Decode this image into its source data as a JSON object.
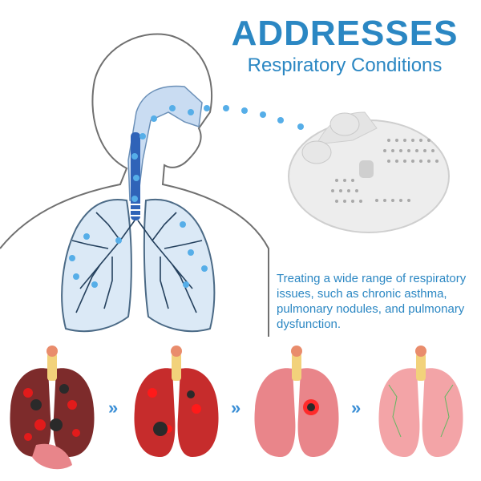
{
  "headline": {
    "title": "ADDRESSES",
    "subtitle": "Respiratory Conditions"
  },
  "description": "Treating a wide range of respiratory issues, such as chronic asthma, pulmonary nodules, and pulmonary dysfunction.",
  "colors": {
    "accent": "#2b87c3",
    "dot": "#56aee8",
    "lung_outline": "#4b6a86",
    "lung_fill": "#dbe9f6",
    "lung_damaged_dark": "#7d2b2b",
    "lung_damaged_red": "#d43a3a",
    "lung_pink": "#e9858a",
    "lung_healthy": "#f3a4a7",
    "device": "#ededed"
  },
  "icons": [
    "body-silhouette",
    "airway",
    "lungs",
    "nasal-device",
    "chevron-right-icon"
  ],
  "stages": [
    {
      "state": "severe"
    },
    {
      "state": "moderate"
    },
    {
      "state": "mild"
    },
    {
      "state": "healthy"
    }
  ]
}
